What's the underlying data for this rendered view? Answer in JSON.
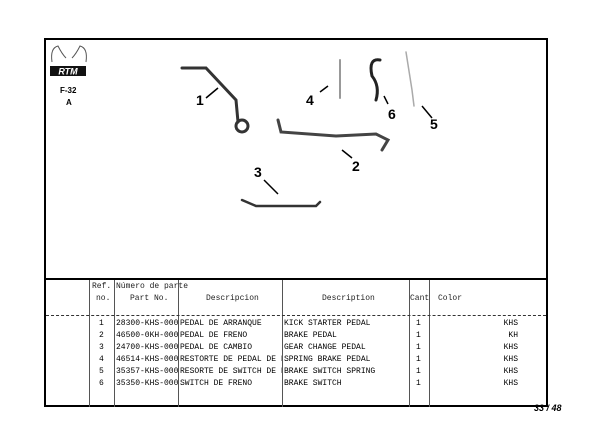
{
  "header": {
    "figure": "F-32",
    "variant": "A",
    "logo_text": "RTM"
  },
  "callouts": [
    "1",
    "2",
    "3",
    "4",
    "5",
    "6"
  ],
  "table": {
    "headers": {
      "ref_top": "Ref.",
      "ref_bottom": "no.",
      "part_top": "Número de parte",
      "part_bottom": "Part No.",
      "descripcion": "Descripcion",
      "description": "Description",
      "cant": "Cant",
      "color": "Color"
    },
    "rows": [
      {
        "ref": "1",
        "part": "28300-KHS-000",
        "descripcion": "PEDAL DE ARRANQUE",
        "description": "KICK STARTER PEDAL",
        "cant": "1",
        "color": "KHS"
      },
      {
        "ref": "2",
        "part": "46500-0KH-000",
        "descripcion": "PEDAL DE FRENO",
        "description": "BRAKE PEDAL",
        "cant": "1",
        "color": "KH"
      },
      {
        "ref": "3",
        "part": "24700-KHS-000",
        "descripcion": "PEDAL DE CAMBIO",
        "description": "GEAR CHANGE PEDAL",
        "cant": "1",
        "color": "KHS"
      },
      {
        "ref": "4",
        "part": "46514-KHS-000",
        "descripcion": "RESTORTE DE PEDAL DE FRE",
        "description": "SPRING BRAKE PEDAL",
        "cant": "1",
        "color": "KHS"
      },
      {
        "ref": "5",
        "part": "35357-KHS-000",
        "descripcion": "RESORTE DE SWITCH DE FRE",
        "description": "BRAKE SWITCH SPRING",
        "cant": "1",
        "color": "KHS"
      },
      {
        "ref": "6",
        "part": "35350-KHS-000",
        "descripcion": "SWITCH DE FRENO",
        "description": "BRAKE SWITCH",
        "cant": "1",
        "color": "KHS"
      }
    ]
  },
  "page": "33 / 48"
}
